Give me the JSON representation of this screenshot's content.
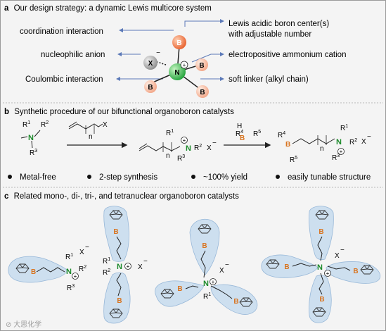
{
  "panel_a": {
    "letter": "a",
    "title": "Our design strategy: a dynamic Lewis multicore system",
    "labels": {
      "coordination": "coordination interaction",
      "nucleophilic": "nucleophilic anion",
      "coulombic": "Coulombic interaction",
      "lewis_line1": "Lewis acidic boron center(s)",
      "lewis_line2": "with adjustable number",
      "ammonium": "electropositive ammonium cation",
      "linker": "soft linker (alkyl chain)"
    },
    "atoms": {
      "boron": "B",
      "nitrogen": "N",
      "anion": "X",
      "charge_minus": "−",
      "charge_plus": "+"
    }
  },
  "panel_b": {
    "letter": "b",
    "title": "Synthetic procedure of our bifunctional organoboron catalysts",
    "chem": {
      "N": "N",
      "B": "B",
      "X": "X",
      "H": "H",
      "n": "n",
      "R1": "R",
      "R2": "R",
      "R3": "R",
      "R4": "R",
      "R5": "R",
      "s1": "1",
      "s2": "2",
      "s3": "3",
      "s4": "4",
      "s5": "5"
    },
    "features": [
      "Metal-free",
      "2-step synthesis",
      "~100% yield",
      "easily tunable structure"
    ]
  },
  "panel_c": {
    "letter": "c",
    "title": "Related mono-, di-, tri-, and tetranuclear organoboron catalysts"
  },
  "watermark": "⊘ 大思化学",
  "colors": {
    "boron": "#d9741f",
    "nitrogen": "#1b8a2a",
    "anion": "#8c8c8c",
    "arrow": "#5b79b8",
    "lobe": "#c9ddef",
    "panel_border": "#9a9a9a"
  }
}
